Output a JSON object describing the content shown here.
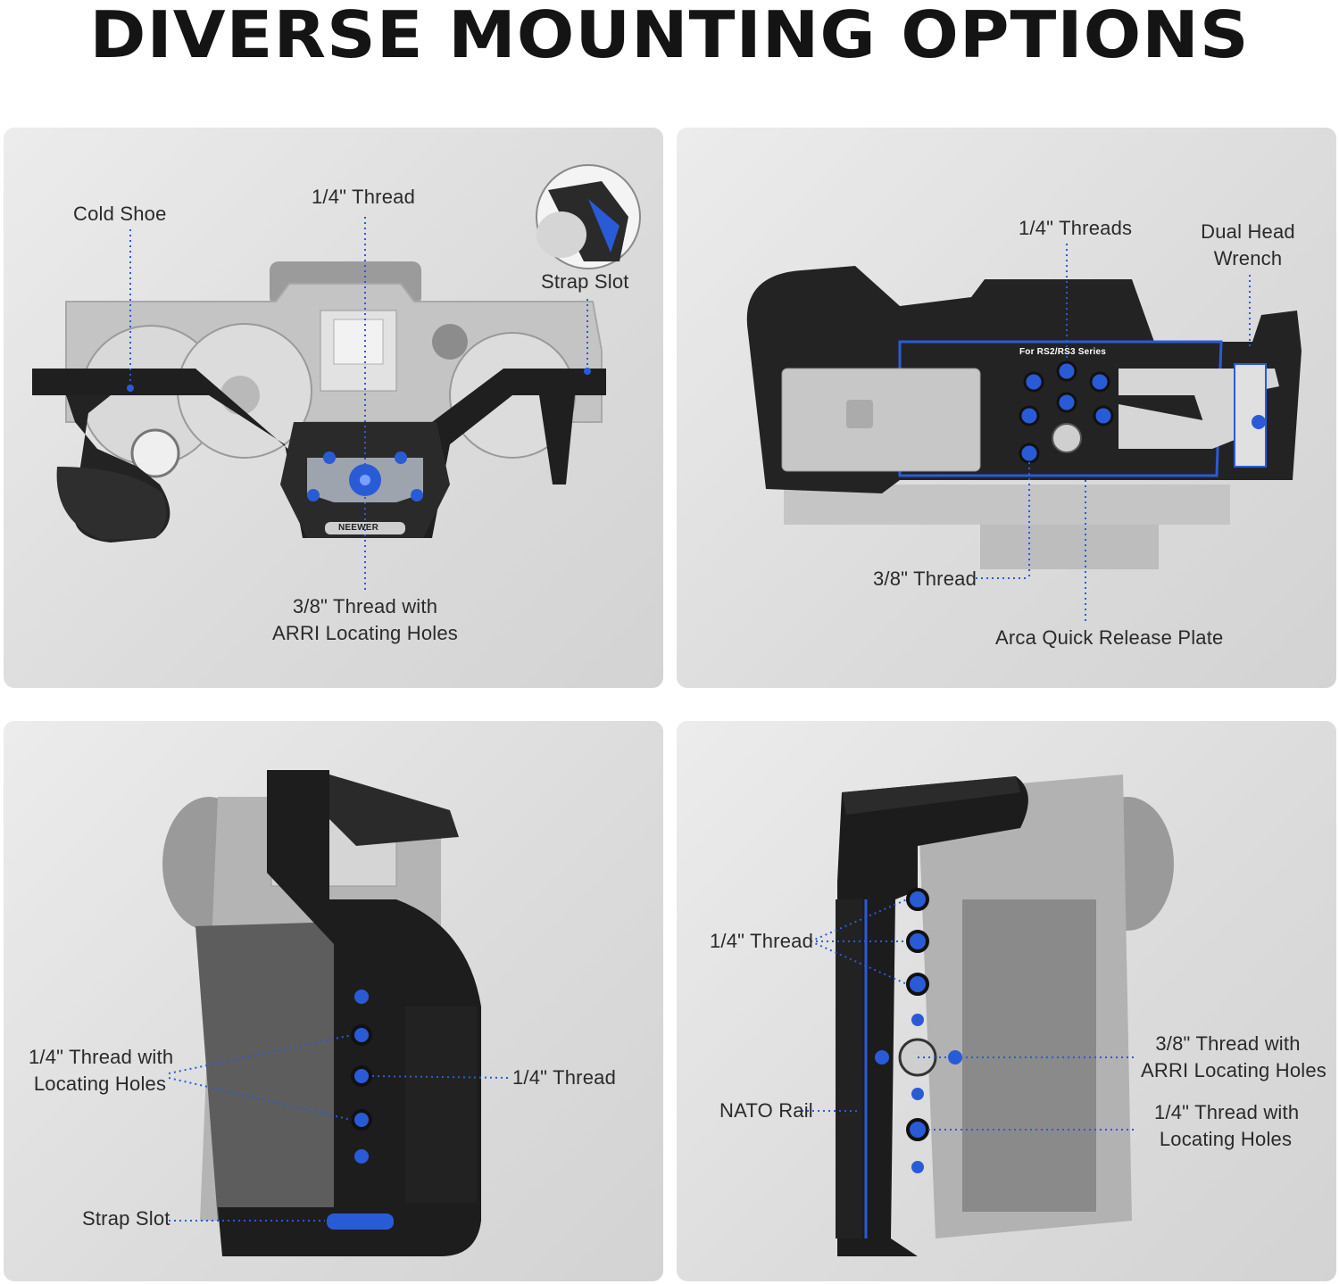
{
  "page": {
    "title": "DIVERSE MOUNTING OPTIONS"
  },
  "brand": {
    "logo_text": "NEEWER",
    "accent": "#2a5bd7"
  },
  "panel_top_left": {
    "cold_shoe": "Cold Shoe",
    "thread_top": "1/4\" Thread",
    "strap_slot": "Strap Slot",
    "bottom_line1": "3/8\" Thread with",
    "bottom_line2": "ARRI Locating Holes"
  },
  "panel_top_right": {
    "threads": "1/4\" Threads",
    "wrench_line1": "Dual Head",
    "wrench_line2": "Wrench",
    "plate_print": "For RS2/RS3 Series",
    "thread_38": "3/8\" Thread",
    "arca": "Arca Quick Release Plate"
  },
  "panel_bottom_left": {
    "locating_line1": "1/4\" Thread with",
    "locating_line2": "Locating Holes",
    "thread": "1/4\" Thread",
    "strap_slot": "Strap Slot"
  },
  "panel_bottom_right": {
    "thread": "1/4\" Thread",
    "arri_line1": "3/8\" Thread with",
    "arri_line2": "ARRI Locating Holes",
    "nato": "NATO Rail",
    "locating_line1": "1/4\" Thread with",
    "locating_line2": "Locating Holes"
  }
}
